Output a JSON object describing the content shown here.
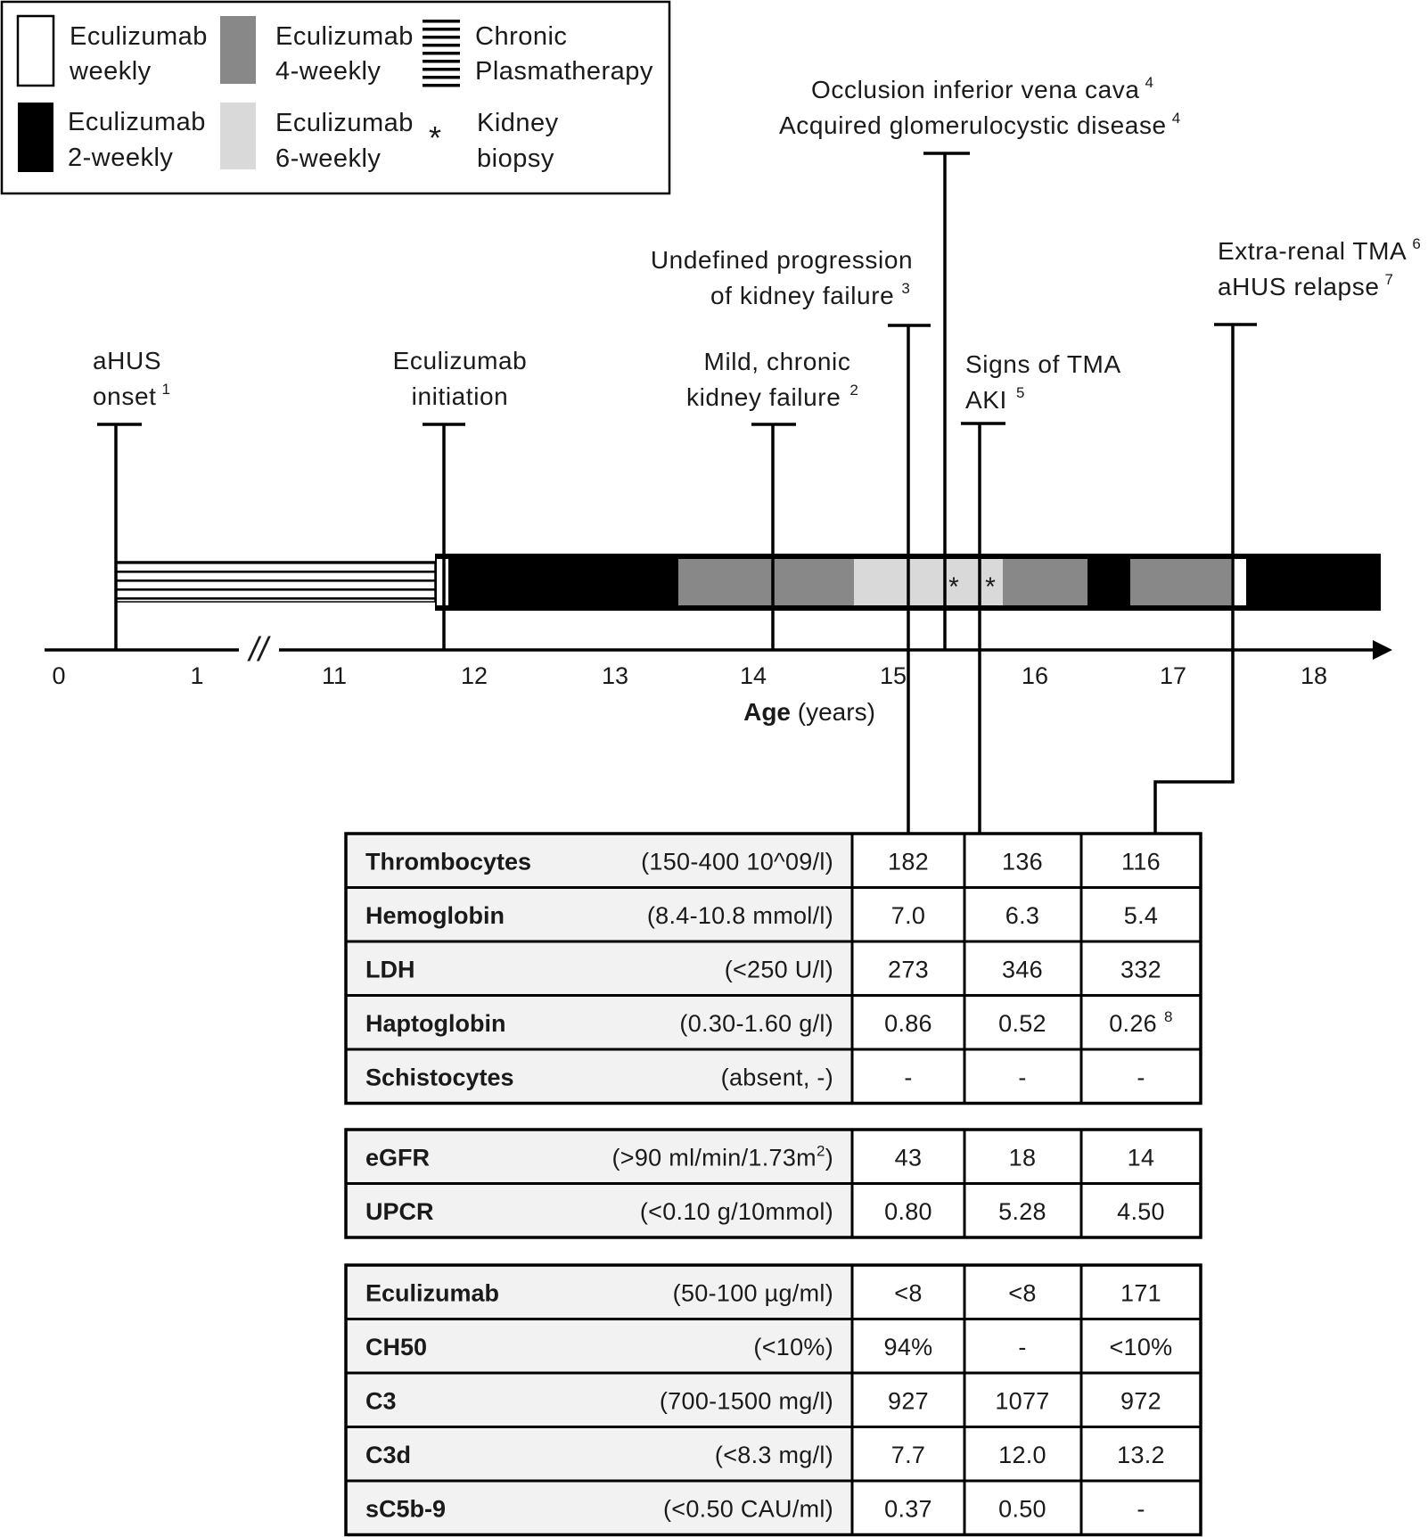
{
  "legend": {
    "items": [
      {
        "label_line1": "Eculizumab",
        "label_line2": "weekly",
        "color": "#ffffff"
      },
      {
        "label_line1": "Eculizumab",
        "label_line2": "4-weekly",
        "color": "#888888"
      },
      {
        "label_line1": "Chronic",
        "label_line2": "Plasmatherapy",
        "pattern": "horizontal-lines"
      },
      {
        "label_line1": "Eculizumab",
        "label_line2": "2-weekly",
        "color": "#000000"
      },
      {
        "label_line1": "Eculizumab",
        "label_line2": "6-weekly",
        "color": "#d9d9d9"
      },
      {
        "symbol": "*",
        "label_line1": "Kidney",
        "label_line2": "biopsy"
      }
    ]
  },
  "events": [
    {
      "line1": "aHUS",
      "line2": "onset",
      "sup2": "1"
    },
    {
      "line1": "Eculizumab",
      "line2": "initiation"
    },
    {
      "line1": "Mild, chronic",
      "line2": "kidney failure",
      "sup2": "2"
    },
    {
      "line1": "Undefined progression",
      "line2": "of kidney failure",
      "sup2": "3"
    },
    {
      "line1": "Occlusion inferior vena cava",
      "sup1": "4",
      "line2": "Acquired glomerulocystic disease",
      "sup2": "4"
    },
    {
      "line1": "Signs of TMA",
      "line2": "AKI",
      "sup2": "5"
    },
    {
      "line1": "Extra-renal TMA",
      "sup1": "6",
      "line2": "aHUS relapse",
      "sup2": "7"
    }
  ],
  "axis": {
    "ticks": [
      "0",
      "1",
      "11",
      "12",
      "13",
      "14",
      "15",
      "16",
      "17",
      "18"
    ],
    "break_symbol": "//",
    "title_bold": "Age",
    "title_rest": " (years)"
  },
  "timeline": {
    "colors": {
      "black": "#000000",
      "dark_gray": "#888888",
      "light_gray": "#d9d9d9",
      "white": "#ffffff"
    },
    "biopsy_marker": "*"
  },
  "table": {
    "groups": [
      {
        "rows": [
          {
            "name": "Thrombocytes",
            "ref": "(150-400  10^09/l)",
            "values": [
              "182",
              "136",
              "116"
            ]
          },
          {
            "name": "Hemoglobin",
            "ref": "(8.4-10.8 mmol/l)",
            "values": [
              "7.0",
              "6.3",
              "5.4"
            ]
          },
          {
            "name": "LDH",
            "ref": "(<250 U/l)",
            "values": [
              "273",
              "346",
              "332"
            ]
          },
          {
            "name": "Haptoglobin",
            "ref": "(0.30-1.60 g/l)",
            "values": [
              "0.86",
              "0.52",
              "0.26"
            ],
            "sup3": "8"
          },
          {
            "name": "Schistocytes",
            "ref": "(absent, -)",
            "values": [
              "-",
              "-",
              "-"
            ]
          }
        ]
      },
      {
        "rows": [
          {
            "name": "eGFR",
            "ref": "(>90 ml/min/1.73m",
            "ref_sup": "2",
            "ref_tail": ")",
            "values": [
              "43",
              "18",
              "14"
            ]
          },
          {
            "name": "UPCR",
            "ref": "(<0.10 g/10mmol)",
            "values": [
              "0.80",
              "5.28",
              "4.50"
            ]
          }
        ]
      },
      {
        "rows": [
          {
            "name": "Eculizumab",
            "ref": "(50-100 µg/ml)",
            "values": [
              "<8",
              "<8",
              "171"
            ]
          },
          {
            "name": "CH50",
            "ref": "(<10%)",
            "values": [
              "94%",
              "-",
              "<10%"
            ]
          },
          {
            "name": "C3",
            "ref": "(700-1500 mg/l)",
            "values": [
              "927",
              "1077",
              "972"
            ]
          },
          {
            "name": "C3d",
            "ref": "(<8.3 mg/l)",
            "values": [
              "7.7",
              "12.0",
              "13.2"
            ]
          },
          {
            "name": "sC5b-9",
            "ref": "(<0.50 CAU/ml)",
            "values": [
              "0.37",
              "0.50",
              "-"
            ]
          }
        ]
      }
    ]
  }
}
